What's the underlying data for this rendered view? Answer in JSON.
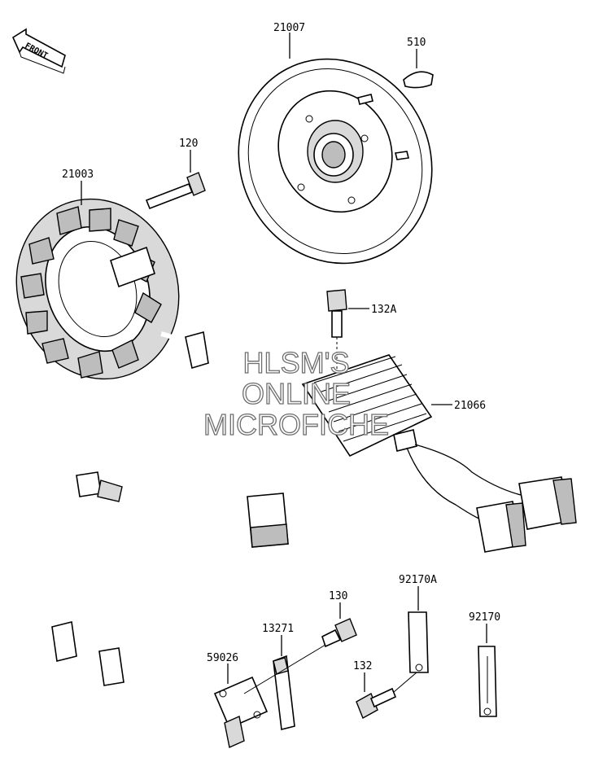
{
  "direction_label": "FRONT",
  "part_labels": {
    "p21007": "21007",
    "p510": "510",
    "p120": "120",
    "p21003": "21003",
    "p132A": "132A",
    "p21066": "21066",
    "p130": "130",
    "p92170A": "92170A",
    "p13271": "13271",
    "p59026": "59026",
    "p132": "132",
    "p92170": "92170"
  },
  "watermark": {
    "line1": "HLSM'S",
    "line2": "ONLINE",
    "line3": "MICROFICHE"
  }
}
